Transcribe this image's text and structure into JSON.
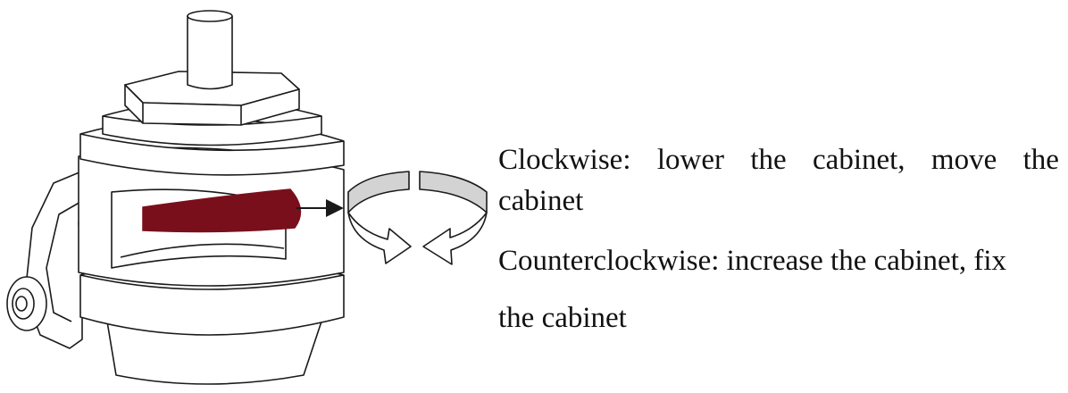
{
  "labels": {
    "clockwise_line1_words": [
      "Clockwise:",
      "lower",
      "the",
      "cabinet,",
      "move",
      "the"
    ],
    "clockwise_line2": "cabinet",
    "counterclockwise_line1": "Counterclockwise: increase the cabinet, fix",
    "counterclockwise_line2": "the cabinet"
  },
  "colors": {
    "adjuster_pad": "#7a0f1c",
    "arrow_band_fill": "#d3d3d3",
    "line": "#1a1a1a"
  },
  "icons": {
    "leveling_caster": "caster-with-leveling-foot-icon",
    "rotation": "rotation-arrows-icon",
    "pointer": "pointer-arrow-icon"
  }
}
